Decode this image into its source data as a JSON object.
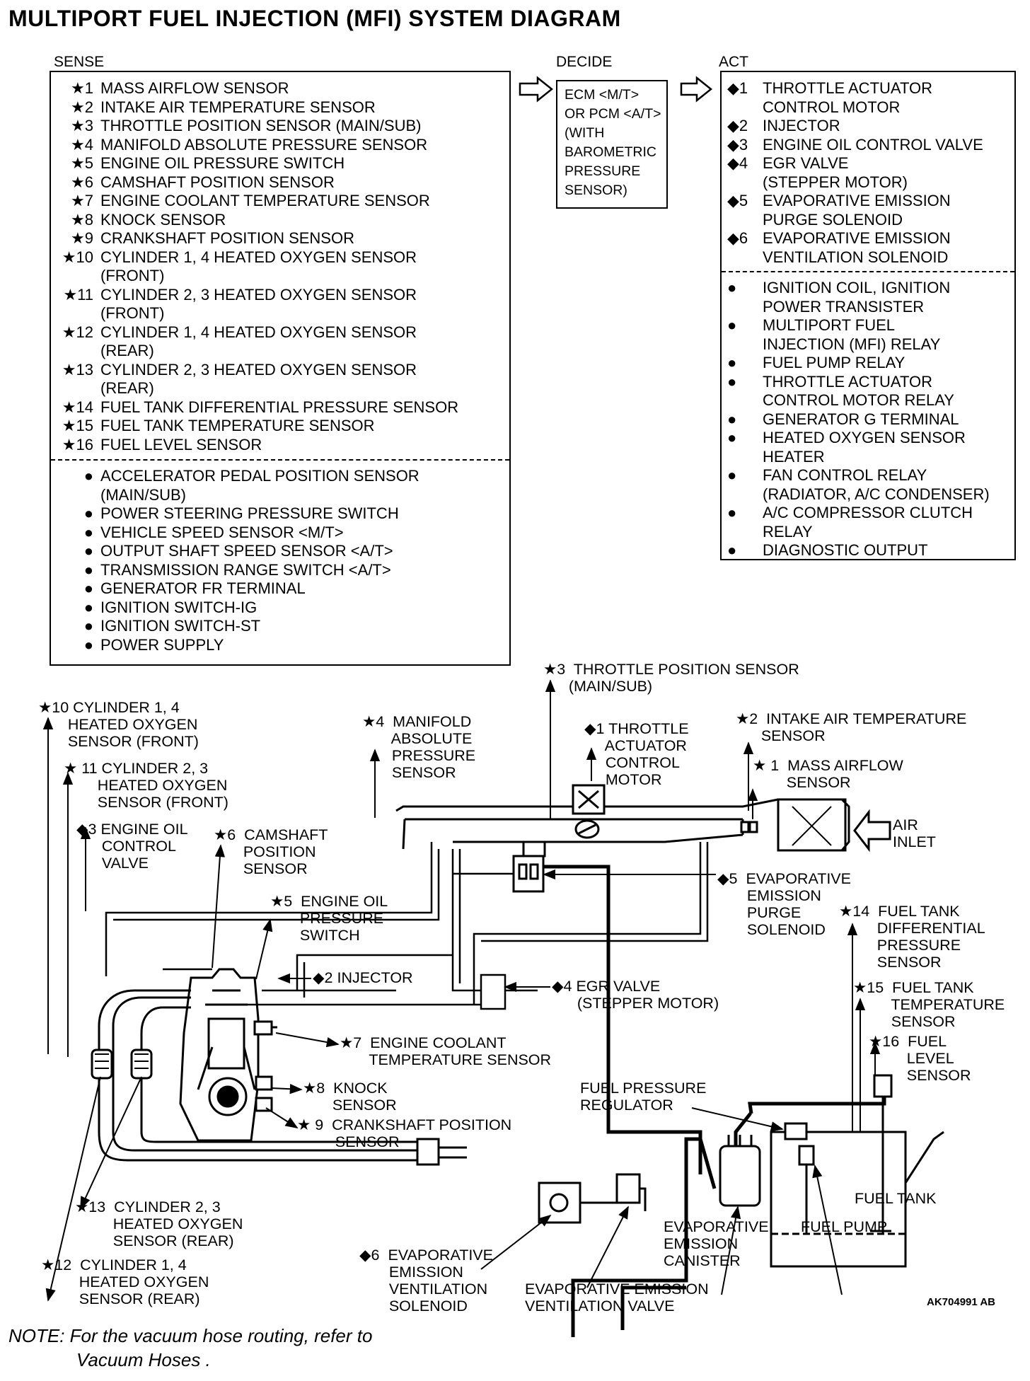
{
  "title": "MULTIPORT FUEL INJECTION (MFI) SYSTEM DIAGRAM",
  "headers": {
    "sense": "SENSE",
    "decide": "DECIDE",
    "act": "ACT"
  },
  "sense": {
    "starred": [
      {
        "mark": "★1",
        "text": "MASS AIRFLOW SENSOR"
      },
      {
        "mark": "★2",
        "text": "INTAKE AIR TEMPERATURE SENSOR"
      },
      {
        "mark": "★3",
        "text": "THROTTLE POSITION SENSOR (MAIN/SUB)"
      },
      {
        "mark": "★4",
        "text": "MANIFOLD ABSOLUTE PRESSURE SENSOR"
      },
      {
        "mark": "★5",
        "text": "ENGINE OIL PRESSURE SWITCH"
      },
      {
        "mark": "★6",
        "text": "CAMSHAFT POSITION SENSOR"
      },
      {
        "mark": "★7",
        "text": "ENGINE COOLANT TEMPERATURE SENSOR"
      },
      {
        "mark": "★8",
        "text": "KNOCK SENSOR"
      },
      {
        "mark": "★9",
        "text": "CRANKSHAFT POSITION SENSOR"
      },
      {
        "mark": "★10",
        "text": "CYLINDER 1, 4 HEATED OXYGEN SENSOR",
        "text2": "(FRONT)"
      },
      {
        "mark": "★11",
        "text": "CYLINDER 2, 3 HEATED OXYGEN SENSOR",
        "text2": "(FRONT)"
      },
      {
        "mark": "★12",
        "text": "CYLINDER 1, 4 HEATED OXYGEN SENSOR",
        "text2": "(REAR)"
      },
      {
        "mark": "★13",
        "text": "CYLINDER 2, 3 HEATED OXYGEN SENSOR",
        "text2": "(REAR)"
      },
      {
        "mark": "★14",
        "text": "FUEL TANK DIFFERENTIAL PRESSURE SENSOR"
      },
      {
        "mark": "★15",
        "text": "FUEL TANK TEMPERATURE SENSOR"
      },
      {
        "mark": "★16",
        "text": "FUEL LEVEL SENSOR"
      }
    ],
    "other": [
      {
        "mark": "●",
        "text": "ACCELERATOR PEDAL POSITION SENSOR",
        "text2": "(MAIN/SUB)"
      },
      {
        "mark": "●",
        "text": "POWER STEERING PRESSURE SWITCH"
      },
      {
        "mark": "●",
        "text": "VEHICLE SPEED SENSOR <M/T>"
      },
      {
        "mark": "●",
        "text": "OUTPUT SHAFT SPEED SENSOR <A/T>"
      },
      {
        "mark": "●",
        "text": "TRANSMISSION RANGE SWITCH <A/T>"
      },
      {
        "mark": "●",
        "text": "GENERATOR FR TERMINAL"
      },
      {
        "mark": "●",
        "text": "IGNITION SWITCH-IG"
      },
      {
        "mark": "●",
        "text": "IGNITION SWITCH-ST"
      },
      {
        "mark": "●",
        "text": "POWER SUPPLY"
      }
    ]
  },
  "decide": {
    "lines": [
      "ECM <M/T>",
      "OR PCM <A/T>",
      "(WITH",
      "BAROMETRIC",
      "PRESSURE",
      "SENSOR)"
    ]
  },
  "act": {
    "diamond": [
      {
        "mark": "◆1",
        "text": "THROTTLE ACTUATOR",
        "text2": "CONTROL MOTOR"
      },
      {
        "mark": "◆2",
        "text": "INJECTOR"
      },
      {
        "mark": "◆3",
        "text": "ENGINE OIL CONTROL VALVE"
      },
      {
        "mark": "◆4",
        "text": "EGR  VALVE",
        "text2": "(STEPPER MOTOR)"
      },
      {
        "mark": "◆5",
        "text": "EVAPORATIVE EMISSION",
        "text2": "PURGE SOLENOID"
      },
      {
        "mark": "◆6",
        "text": "EVAPORATIVE EMISSION",
        "text2": "VENTILATION SOLENOID"
      }
    ],
    "other": [
      {
        "mark": "●",
        "text": "IGNITION COIL, IGNITION",
        "text2": "POWER TRANSISTER"
      },
      {
        "mark": "●",
        "text": "MULTIPORT FUEL",
        "text2": "INJECTION (MFI) RELAY"
      },
      {
        "mark": "●",
        "text": "FUEL PUMP RELAY"
      },
      {
        "mark": "●",
        "text": "THROTTLE ACTUATOR",
        "text2": "CONTROL MOTOR RELAY"
      },
      {
        "mark": "●",
        "text": "GENERATOR G TERMINAL"
      },
      {
        "mark": "●",
        "text": "HEATED OXYGEN SENSOR",
        "text2": "HEATER"
      },
      {
        "mark": "●",
        "text": "FAN CONTROL RELAY",
        "text2": "(RADIATOR, A/C CONDENSER)"
      },
      {
        "mark": "●",
        "text": "A/C COMPRESSOR CLUTCH",
        "text2": "RELAY"
      },
      {
        "mark": "●",
        "text": "DIAGNOSTIC OUTPUT"
      }
    ]
  },
  "diagram_labels": {
    "tps": "★3  THROTTLE POSITION SENSOR\n      (MAIN/SUB)",
    "o2_10": "★10 CYLINDER 1, 4\n       HEATED OXYGEN\n       SENSOR (FRONT)",
    "o2_11": "★ 11 CYLINDER 2, 3\n        HEATED OXYGEN\n        SENSOR (FRONT)",
    "map": "★4  MANIFOLD\n       ABSOLUTE\n       PRESSURE\n       SENSOR",
    "tac": "◆1 THROTTLE\n     ACTUATOR\n     CONTROL\n     MOTOR",
    "iat": "★2  INTAKE AIR TEMPERATURE\n      SENSOR",
    "maf": "★ 1  MASS AIRFLOW\n        SENSOR",
    "air": "AIR\nINLET",
    "ocv": "◆3 ENGINE OIL\n      CONTROL\n      VALVE",
    "cmp": "★6  CAMSHAFT\n       POSITION\n       SENSOR",
    "purge": "◆5  EVAPORATIVE\n       EMISSION\n       PURGE\n       SOLENOID",
    "oilsw": "★5  ENGINE OIL\n       PRESSURE\n       SWITCH",
    "ftdp": "★14  FUEL TANK\n         DIFFERENTIAL\n         PRESSURE\n         SENSOR",
    "inj": "◆2 INJECTOR",
    "egr": "◆4 EGR VALVE\n      (STEPPER MOTOR)",
    "ftt": "★15  FUEL TANK\n         TEMPERATURE\n         SENSOR",
    "ect": "★7  ENGINE COOLANT\n       TEMPERATURE SENSOR",
    "fls": "★16  FUEL\n         LEVEL\n         SENSOR",
    "knock": "★8  KNOCK\n       SENSOR",
    "fpr": "FUEL PRESSURE\nREGULATOR",
    "ckp": "★ 9  CRANKSHAFT POSITION\n         SENSOR",
    "tank": "FUEL TANK",
    "o2_13": "★13  CYLINDER 2, 3\n         HEATED OXYGEN\n         SENSOR (REAR)",
    "canister": "EVAPORATIVE\nEMISSION\nCANISTER",
    "pump": "FUEL PUMP",
    "vent_sol": "◆6  EVAPORATIVE\n       EMISSION\n       VENTILATION\n       SOLENOID",
    "o2_12": "★12  CYLINDER 1, 4\n         HEATED OXYGEN\n         SENSOR (REAR)",
    "vent_valve": "EVAPORATIVE EMISSION\nVENTILATION VALVE",
    "code": "AK704991 AB"
  },
  "note": {
    "line1": "NOTE: For the vacuum hose routing, refer to",
    "line2": "Vacuum Hoses ."
  }
}
